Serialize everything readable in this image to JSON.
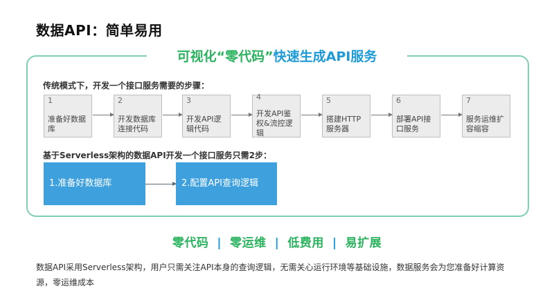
{
  "page": {
    "title": "数据API：简单易用"
  },
  "panel": {
    "title_part1": "可视化“零代码”",
    "title_part2": "快速生成API服务"
  },
  "traditional": {
    "label": "传统模式下，开发一个接口服务需要的步骤：",
    "steps": [
      {
        "num": "1",
        "text": "准备好数据库"
      },
      {
        "num": "2",
        "text": "开发数据库连接代码"
      },
      {
        "num": "3",
        "text": "开发API逻辑代码"
      },
      {
        "num": "4",
        "text": "开发API鉴权&流控逻辑"
      },
      {
        "num": "5",
        "text": "搭建HTTP服务器"
      },
      {
        "num": "6",
        "text": "部署API接口服务"
      },
      {
        "num": "7",
        "text": "服务运维扩容缩容"
      }
    ]
  },
  "serverless": {
    "label": "基于Serverless架构的数据API开发一个接口服务只需2步：",
    "steps": [
      {
        "text": "1.准备好数据库"
      },
      {
        "text": "2.配置API查询逻辑"
      }
    ]
  },
  "tagline": {
    "items": [
      "零代码",
      "零运维",
      "低费用",
      "易扩展"
    ],
    "separator": "|"
  },
  "description": "数据API采用Serverless架构，用户只需关注API本身的查询逻辑，无需关心运行环境等基础设施，数据服务会为您准备好计算资源，零运维成本",
  "colors": {
    "green": "#2bb35f",
    "blue": "#1e9bd7",
    "panel_border": "#7ecfb1",
    "step_blue": "#3ea0dc"
  }
}
